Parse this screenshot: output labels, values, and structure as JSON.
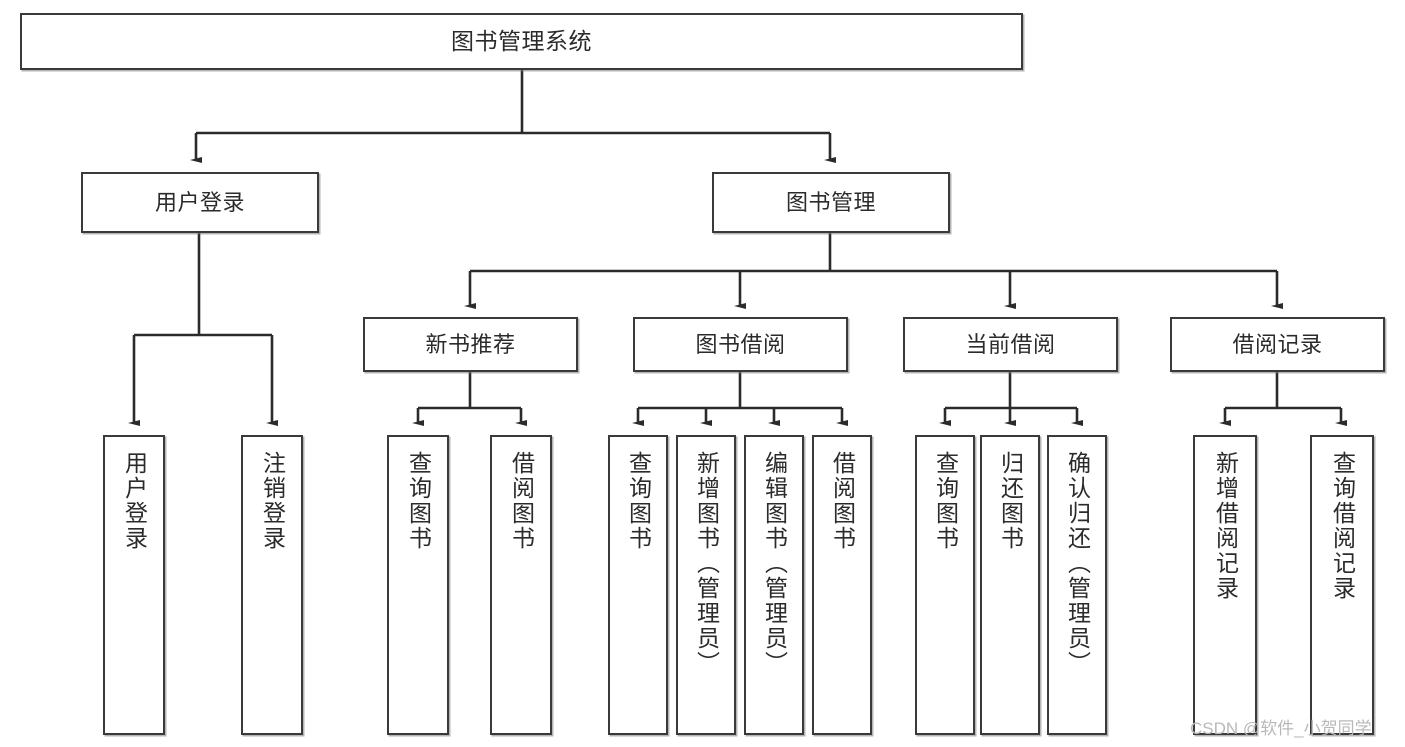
{
  "diagram": {
    "type": "tree",
    "title": "图书管理系统",
    "orientation": "top-down",
    "colors": {
      "box_border": "#3a3a3a",
      "box_fill": "#ffffff",
      "text": "#2b2b2b",
      "connector": "#2b2b2b",
      "watermark": "#b9b9b9",
      "page_background": "#ffffff"
    }
  },
  "nodes": {
    "root": {
      "label": "图书管理系统"
    },
    "level1": [
      {
        "id": "user-login",
        "label": "用户登录"
      },
      {
        "id": "book-manage",
        "label": "图书管理"
      }
    ],
    "level2": [
      {
        "id": "new-book-rec",
        "label": "新书推荐"
      },
      {
        "id": "book-borrow",
        "label": "图书借阅"
      },
      {
        "id": "current-borrow",
        "label": "当前借阅"
      },
      {
        "id": "borrow-record",
        "label": "借阅记录"
      }
    ],
    "leaves": {
      "user-login": [
        {
          "id": "leaf-user-login",
          "label": "用户登录"
        },
        {
          "id": "leaf-logout-login",
          "label": "注销登录"
        }
      ],
      "new-book-rec": [
        {
          "id": "leaf-query-book-1",
          "label": "查询图书"
        },
        {
          "id": "leaf-borrow-book-1",
          "label": "借阅图书"
        }
      ],
      "book-borrow": [
        {
          "id": "leaf-query-book-2",
          "label": "查询图书"
        },
        {
          "id": "leaf-add-book",
          "label": "新增图书（管理员）"
        },
        {
          "id": "leaf-edit-book",
          "label": "编辑图书（管理员）"
        },
        {
          "id": "leaf-borrow-book-2",
          "label": "借阅图书"
        }
      ],
      "current-borrow": [
        {
          "id": "leaf-query-book-3",
          "label": "查询图书"
        },
        {
          "id": "leaf-return-book",
          "label": "归还图书"
        },
        {
          "id": "leaf-confirm-return",
          "label": "确认归还（管理员）"
        }
      ],
      "borrow-record": [
        {
          "id": "leaf-add-record",
          "label": "新增借阅记录"
        },
        {
          "id": "leaf-query-record",
          "label": "查询借阅记录"
        }
      ]
    }
  },
  "watermark": {
    "text": "CSDN @软件_小贺同学"
  }
}
